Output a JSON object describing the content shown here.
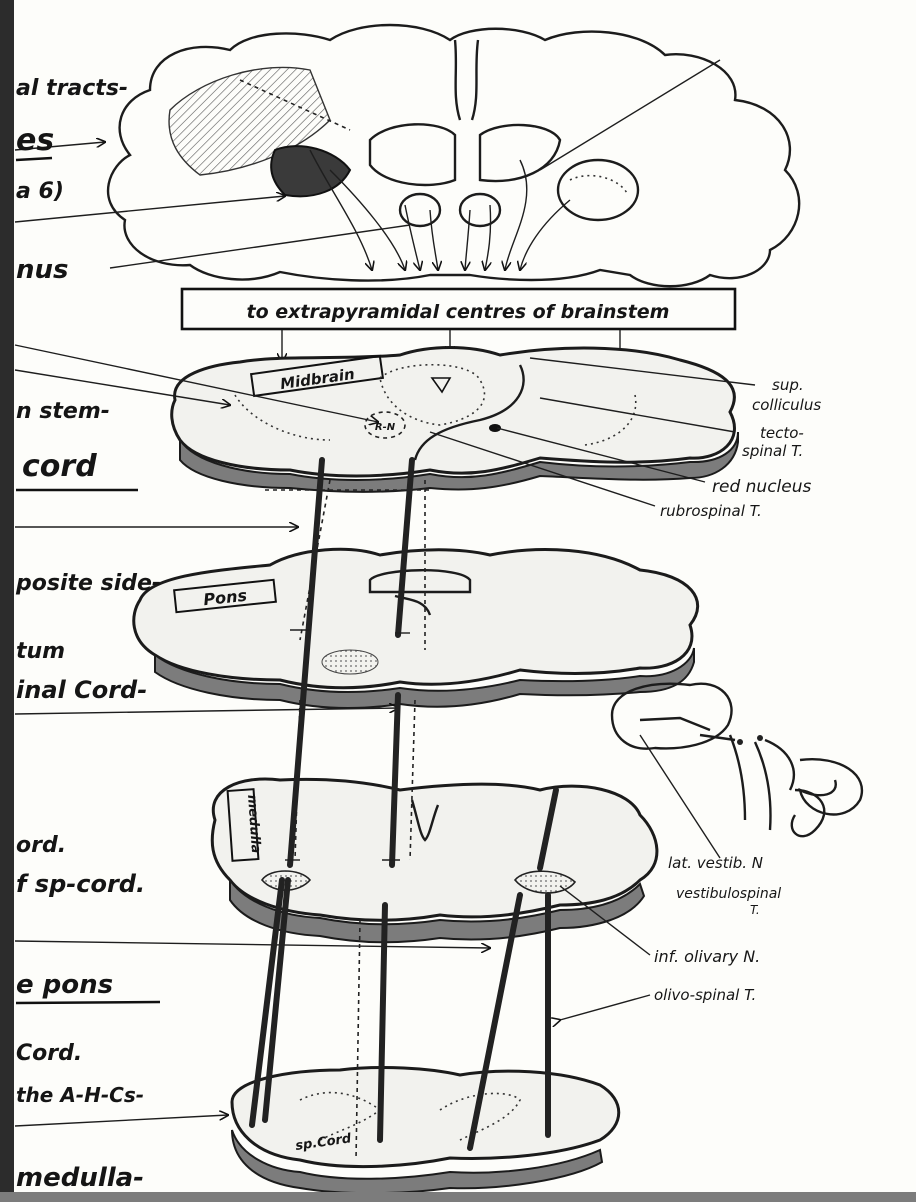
{
  "left_margin_fragments": [
    "al tracts-",
    "es",
    "a 6)",
    "nus",
    "n stem-",
    "cord",
    "posite side-",
    "tum",
    "inal Cord-",
    "ord.",
    "f sp-cord.",
    "e pons",
    "Cord.",
    "the A-H-Cs-",
    "medulla-"
  ],
  "header_box": "to extrapyramidal centres of brainstem",
  "sections": {
    "midbrain": "Midbrain",
    "pons": "Pons",
    "medulla": "medulla",
    "spinal_cord": "sp.Cord",
    "red_nucleus_abbrev": "R-N"
  },
  "labels": {
    "sup_colliculus": [
      "sup.",
      "colliculus"
    ],
    "tectospinal": [
      "tecto-",
      "spinal T."
    ],
    "red_nucleus": "red nucleus",
    "rubrospinal": "rubrospinal T.",
    "lat_vestib": "lat. vestib. N",
    "vestibulospinal": [
      "vestibulospinal",
      "T."
    ],
    "inf_olivary": "inf. olivary N.",
    "olivospinal": "olivo-spinal T."
  },
  "colors": {
    "ink": "#1c1c1c",
    "paper": "#fdfdfa",
    "shade": "#8a8a8a"
  }
}
